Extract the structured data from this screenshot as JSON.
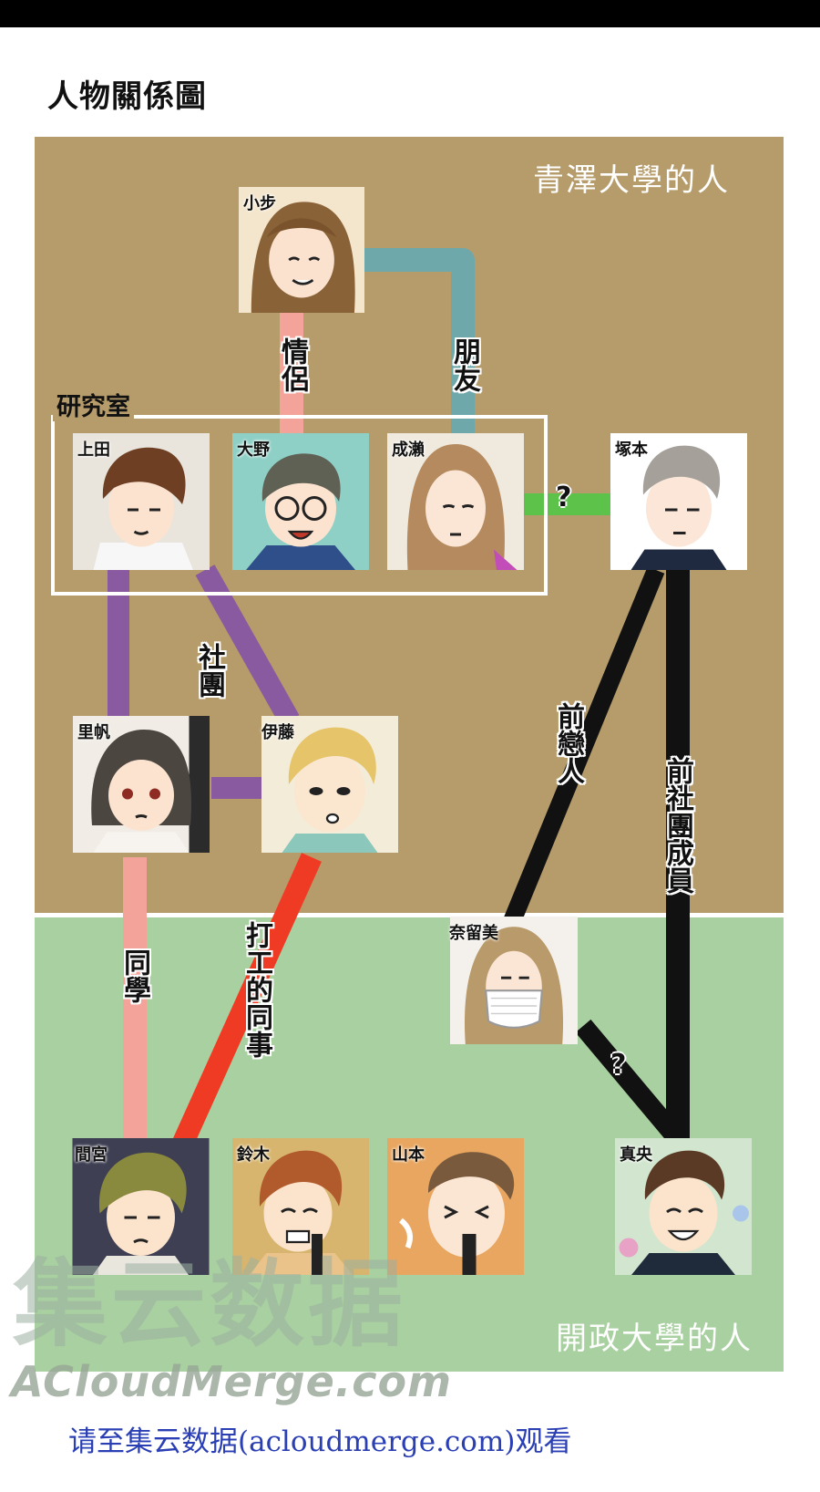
{
  "title": "人物關係圖",
  "regions": {
    "top_label": "青澤大學的人",
    "bottom_label": "開政大學的人"
  },
  "group": {
    "label": "研究室"
  },
  "characters": {
    "koayumi": "小步",
    "ueda": "上田",
    "ono": "大野",
    "naruse": "成瀨",
    "tsukamoto": "塚本",
    "riho": "里帆",
    "ito": "伊藤",
    "narumi": "奈留美",
    "mamiya": "間宮",
    "suzuki": "鈴木",
    "yamamoto": "山本",
    "mao": "真央"
  },
  "relations": {
    "lovers": "情侶",
    "friends": "朋友",
    "unknown_1": "?",
    "club": "社團",
    "ex_lovers": "前戀人",
    "ex_club_member": "前社團成員",
    "classmates": "同學",
    "part_time_coworkers": "打工的同事",
    "unknown_2": "?"
  },
  "colors": {
    "top_region": "#b79c6b",
    "bottom_region": "#a9d0a0",
    "lovers_line": "#f4a39a",
    "friends_line": "#6fa8ab",
    "unknown_line": "#5cc24a",
    "club_line": "#8a5aa0",
    "ex_line": "#111111",
    "classmates_line": "#f4a39a",
    "coworkers_line": "#ef3a24"
  },
  "watermark": {
    "big": "集云数据",
    "en": "ACloudMerge.com",
    "line": "请至集云数据(acloudmerge.com)观看"
  }
}
